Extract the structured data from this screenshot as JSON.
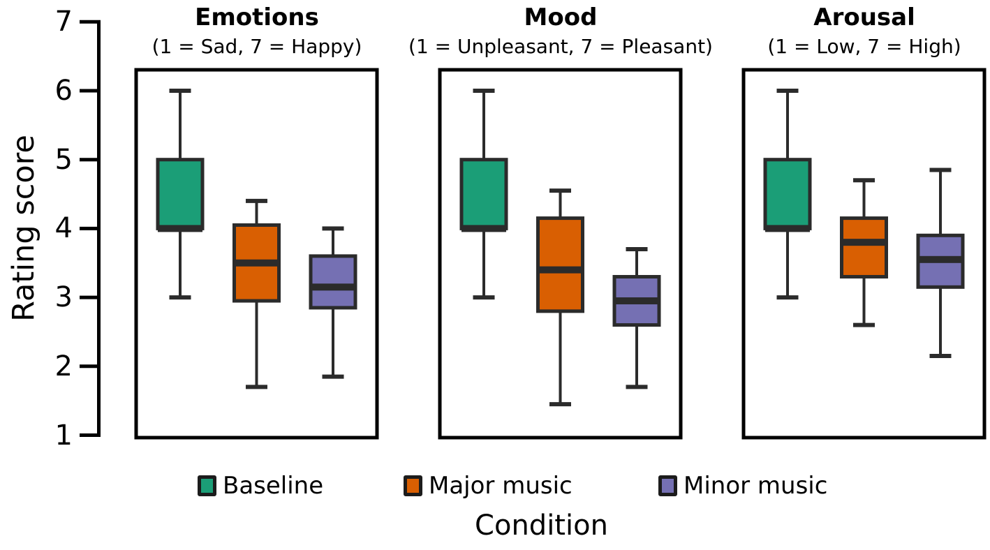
{
  "chart_data": {
    "type": "boxplot",
    "title": "",
    "ylabel": "Rating score",
    "xlabel": "Condition",
    "ylim": [
      1,
      7
    ],
    "y_ticks": [
      7,
      6,
      5,
      4,
      3,
      2,
      1
    ],
    "grid": false,
    "legend_position": "bottom",
    "line_color": "#2b2b2b",
    "frame_color": "#000000",
    "series": [
      {
        "name": "Baseline",
        "color": "#1b9e77"
      },
      {
        "name": "Major music",
        "color": "#d95f02"
      },
      {
        "name": "Minor music",
        "color": "#7570b3"
      }
    ],
    "panels": [
      {
        "title": "Emotions",
        "subtitle": "(1 = Sad, 7 = Happy)",
        "boxes": [
          {
            "condition": "Baseline",
            "whisker_low": 3.0,
            "q1": 4.0,
            "median": 4.0,
            "q3": 5.0,
            "whisker_high": 6.0
          },
          {
            "condition": "Major music",
            "whisker_low": 1.7,
            "q1": 2.95,
            "median": 3.5,
            "q3": 4.05,
            "whisker_high": 4.4
          },
          {
            "condition": "Minor music",
            "whisker_low": 1.85,
            "q1": 2.85,
            "median": 3.15,
            "q3": 3.6,
            "whisker_high": 4.0
          }
        ]
      },
      {
        "title": "Mood",
        "subtitle": "(1 = Unpleasant, 7 = Pleasant)",
        "boxes": [
          {
            "condition": "Baseline",
            "whisker_low": 3.0,
            "q1": 4.0,
            "median": 4.0,
            "q3": 5.0,
            "whisker_high": 6.0
          },
          {
            "condition": "Major music",
            "whisker_low": 1.45,
            "q1": 2.8,
            "median": 3.4,
            "q3": 4.15,
            "whisker_high": 4.55
          },
          {
            "condition": "Minor music",
            "whisker_low": 1.7,
            "q1": 2.6,
            "median": 2.95,
            "q3": 3.3,
            "whisker_high": 3.7
          }
        ]
      },
      {
        "title": "Arousal",
        "subtitle": "(1 = Low, 7 = High)",
        "boxes": [
          {
            "condition": "Baseline",
            "whisker_low": 3.0,
            "q1": 4.0,
            "median": 4.0,
            "q3": 5.0,
            "whisker_high": 6.0
          },
          {
            "condition": "Major music",
            "whisker_low": 2.6,
            "q1": 3.3,
            "median": 3.8,
            "q3": 4.15,
            "whisker_high": 4.7
          },
          {
            "condition": "Minor music",
            "whisker_low": 2.15,
            "q1": 3.15,
            "median": 3.55,
            "q3": 3.9,
            "whisker_high": 4.85
          }
        ]
      }
    ]
  }
}
